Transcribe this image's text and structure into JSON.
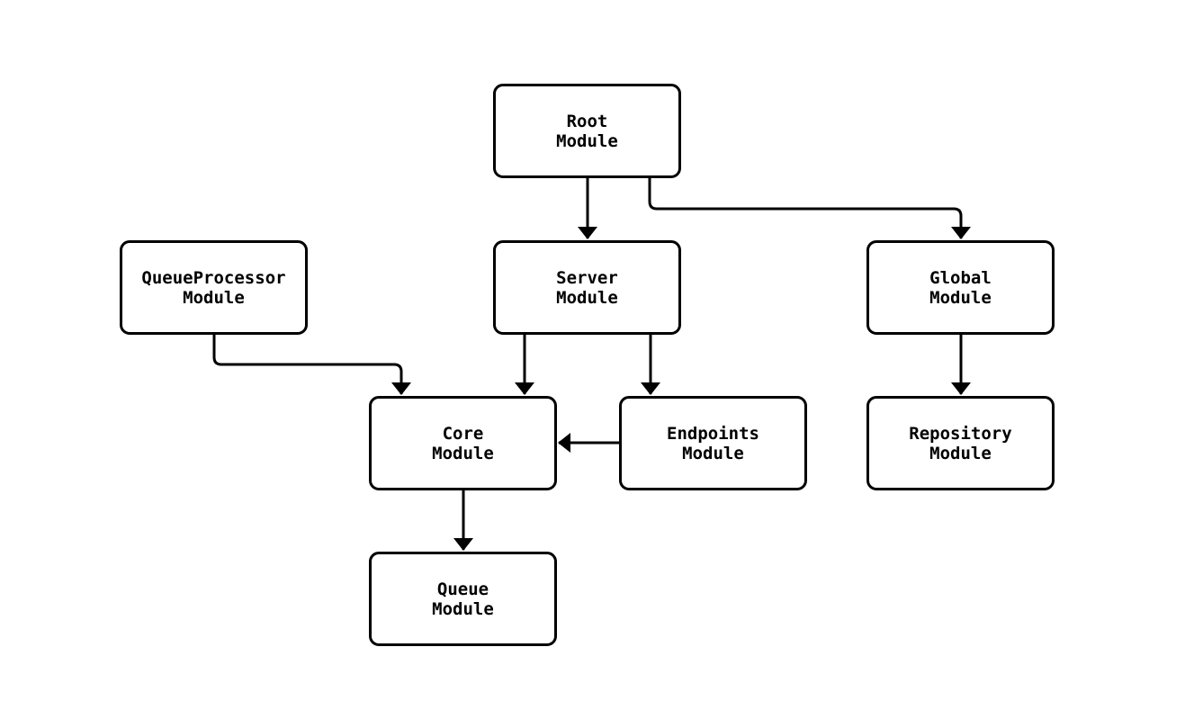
{
  "colors": {
    "line": "#000000",
    "box_fill": "#ffffff",
    "background": "#ffffff",
    "text": "#000000"
  },
  "diagram": {
    "type": "module-dependency-diagram",
    "nodes": {
      "root": {
        "line1": "Root",
        "line2": "Module"
      },
      "queue_processor": {
        "line1": "QueueProcessor",
        "line2": "Module"
      },
      "server": {
        "line1": "Server",
        "line2": "Module"
      },
      "global": {
        "line1": "Global",
        "line2": "Module"
      },
      "core": {
        "line1": "Core",
        "line2": "Module"
      },
      "endpoints": {
        "line1": "Endpoints",
        "line2": "Module"
      },
      "repository": {
        "line1": "Repository",
        "line2": "Module"
      },
      "queue": {
        "line1": "Queue",
        "line2": "Module"
      }
    },
    "edges": [
      {
        "from": "root",
        "to": "server"
      },
      {
        "from": "root",
        "to": "global"
      },
      {
        "from": "queue_processor",
        "to": "core"
      },
      {
        "from": "server",
        "to": "core"
      },
      {
        "from": "server",
        "to": "endpoints"
      },
      {
        "from": "global",
        "to": "repository"
      },
      {
        "from": "endpoints",
        "to": "core"
      },
      {
        "from": "core",
        "to": "queue"
      }
    ]
  }
}
